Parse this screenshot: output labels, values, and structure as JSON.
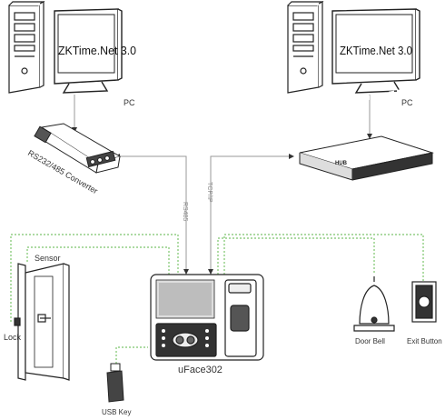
{
  "pcs": [
    {
      "screen_text": "ZKTime.Net 3.0",
      "label": "PC"
    },
    {
      "screen_text": "ZKTime.Net 3.0",
      "label": "PC"
    }
  ],
  "converter": {
    "label": "RS232/485 Converter"
  },
  "hub": {
    "label": "HUB"
  },
  "links": {
    "rs485": "RS485",
    "tcpip": "TCP/IP"
  },
  "device": {
    "label": "uFace302"
  },
  "peripherals": {
    "sensor": "Sensor",
    "lock": "Lock",
    "usb_key": "USB Key",
    "door_bell": "Door Bell",
    "exit_button": "Exit Button"
  },
  "colors": {
    "wire_green": "#7cc46c",
    "wire_gray": "#9a9a9a",
    "outline": "#222222"
  }
}
